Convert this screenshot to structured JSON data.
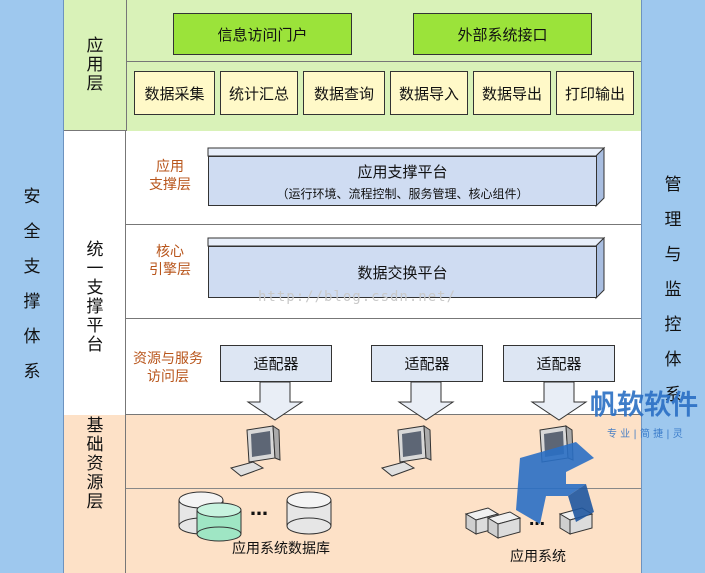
{
  "left_column": {
    "label": [
      "安",
      "全",
      "支",
      "撑",
      "体",
      "系"
    ]
  },
  "right_column": {
    "label": [
      "管",
      "理",
      "与",
      "监",
      "控",
      "体",
      "系"
    ]
  },
  "application_layer": {
    "label": [
      "应",
      "用",
      "层"
    ],
    "top_items": [
      "信息访问门户",
      "外部系统接口"
    ],
    "bottom_items": [
      "数据采集",
      "统计汇总",
      "数据查询",
      "数据导入",
      "数据导出",
      "打印输出"
    ]
  },
  "support_platform": {
    "label": [
      "统",
      "一",
      "支",
      "撑",
      "平",
      "台"
    ],
    "app_support": {
      "sublabel": [
        "应用",
        "支撑层"
      ],
      "title": "应用支撑平台",
      "subtitle": "（运行环境、流程控制、服务管理、核心组件）"
    },
    "core_engine": {
      "sublabel": [
        "核心",
        "引擎层"
      ],
      "title": "数据交换平台"
    },
    "resource_access": {
      "sublabel": [
        "资源与服务",
        "访问层"
      ],
      "adapters": [
        "适配器",
        "适配器",
        "适配器"
      ]
    }
  },
  "base_layer": {
    "label": [
      "基",
      "础",
      "资",
      "源",
      "层"
    ],
    "db_caption": "应用系统数据库",
    "sys_caption": "应用系统",
    "ellipsis": "…"
  },
  "watermark": {
    "url": "http://blog.csdn.net/",
    "logo_text": "帆软软件",
    "logo_tagline": "专 业 | 简 捷 | 灵"
  },
  "colors": {
    "side": "#9ec8ee",
    "app_layer": "#d9f2b8",
    "green_button": "#9be33a",
    "yellow_button": "#fff9c8",
    "platform": "#cfdcf2",
    "base_layer": "#fde1c7",
    "sublabel": "#b8551b",
    "logo_blue": "#2a6fc4"
  }
}
